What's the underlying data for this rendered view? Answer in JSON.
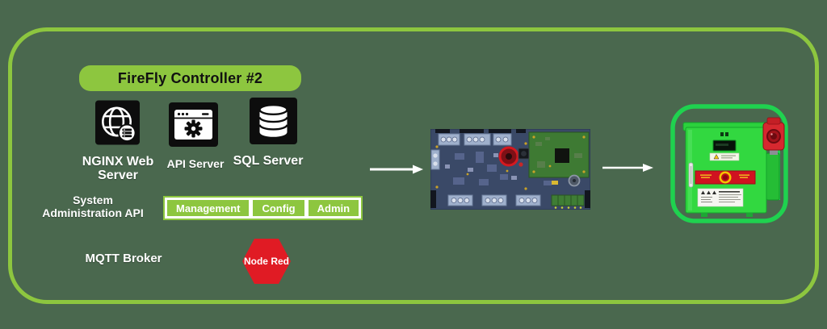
{
  "colors": {
    "background": "#4a684e",
    "frame_green": "#8dc63f",
    "node_red_red": "#e01b24",
    "board_blue": "#3a4967",
    "enclosure_green": "#32d840",
    "arrow_white": "#ffffff"
  },
  "controller": {
    "title": "FireFly Controller #2",
    "services": [
      {
        "icon": "globe-web-server-icon",
        "label_line1": "NGINX Web",
        "label_line2": "Server"
      },
      {
        "icon": "browser-gear-icon",
        "label": "API Server"
      },
      {
        "icon": "database-icon",
        "label": "SQL Server"
      }
    ],
    "admin_api": {
      "label_line1": "System",
      "label_line2": "Administration API",
      "buttons": [
        "Management",
        "Config",
        "Admin"
      ]
    },
    "mqtt": {
      "label": "MQTT Broker",
      "node_red_label": "Node Red"
    }
  }
}
